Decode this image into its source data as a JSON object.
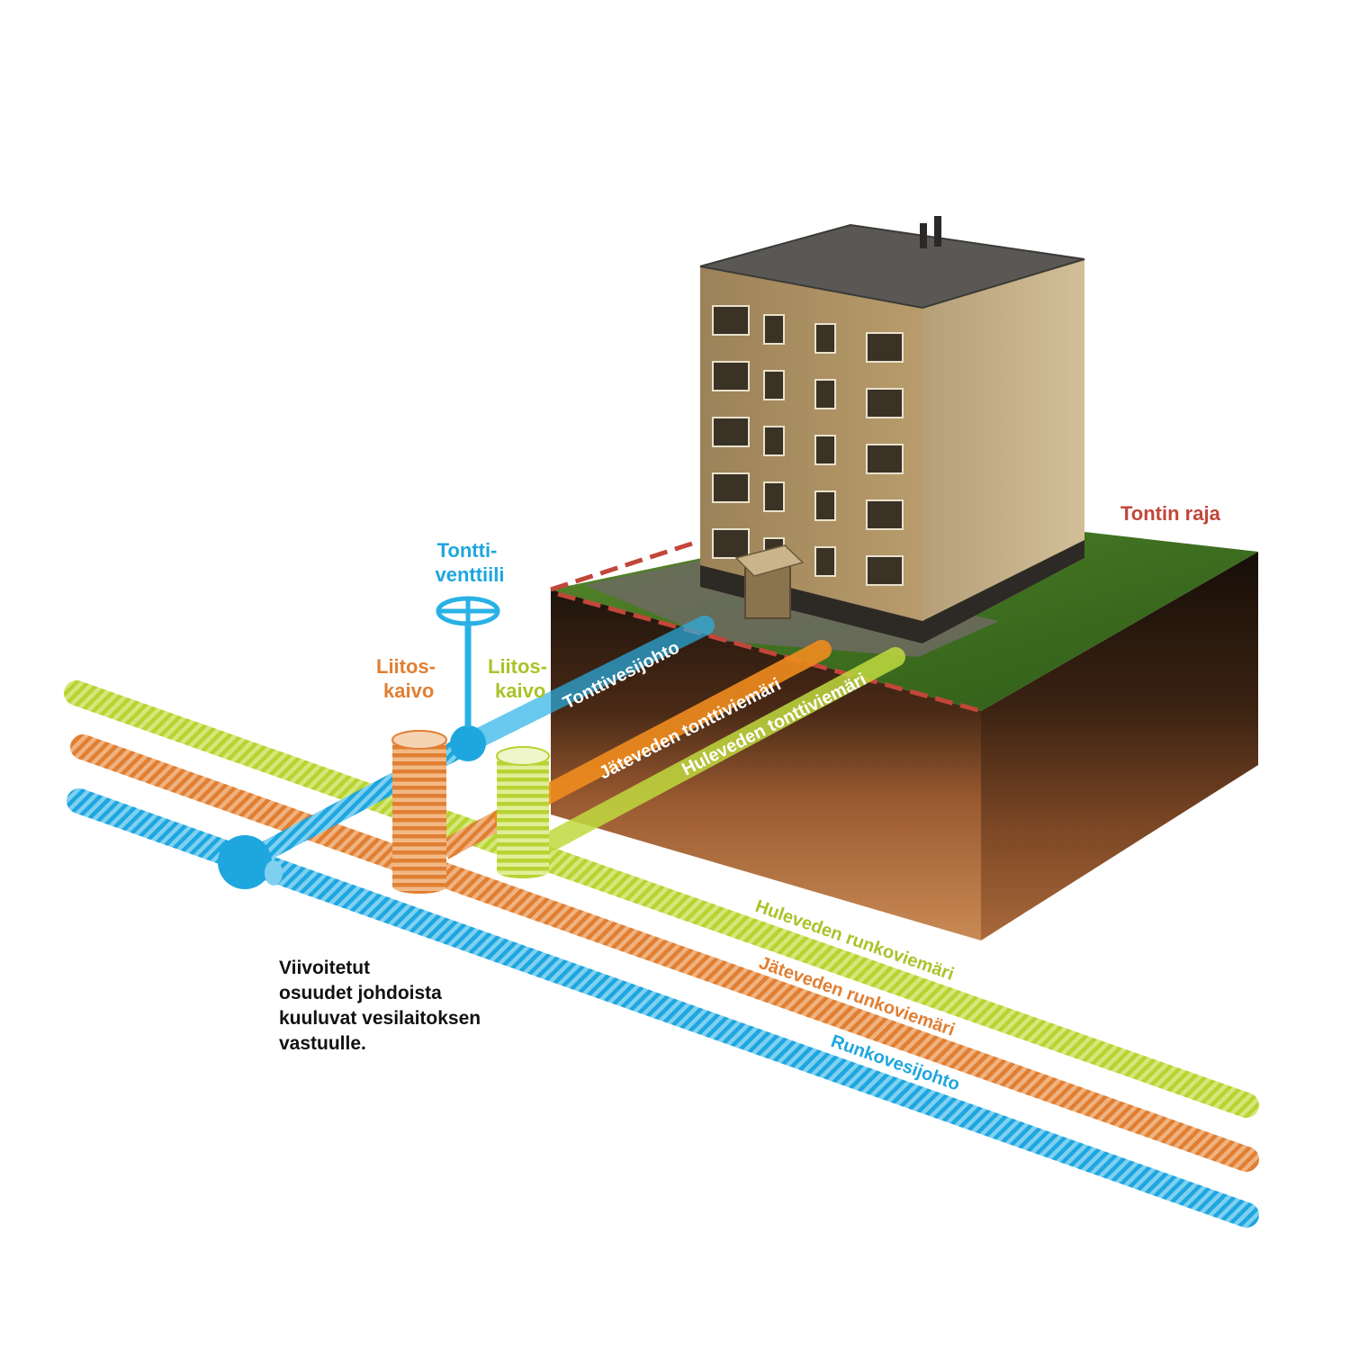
{
  "colors": {
    "water": "#29b1e6",
    "waste": "#e68e46",
    "storm": "#bfd93e",
    "boundary": "#c2463a",
    "note_text": "#111111"
  },
  "labels": {
    "plot_boundary": "Tontin raja",
    "valve_line1": "Tontti-",
    "valve_line2": "venttiili",
    "manhole_waste_line1": "Liitos-",
    "manhole_waste_line2": "kaivo",
    "manhole_storm_line1": "Liitos-",
    "manhole_storm_line2": "kaivo",
    "plot_water_pipe": "Tonttivesijohto",
    "plot_waste_pipe": "Jäteveden tonttiviemäri",
    "plot_storm_pipe": "Huleveden tonttiviemäri",
    "main_storm_pipe": "Huleveden runkoviemäri",
    "main_waste_pipe": "Jäteveden runkoviemäri",
    "main_water_pipe": "Runkovesijohto"
  },
  "note": {
    "lines": [
      "Viivoitetut",
      "osuudet johdoista",
      "kuuluvat vesilaitoksen",
      "vastuulle."
    ]
  },
  "icons": {
    "valve": "valve-wheel-icon",
    "connection": "pipe-junction-icon"
  }
}
